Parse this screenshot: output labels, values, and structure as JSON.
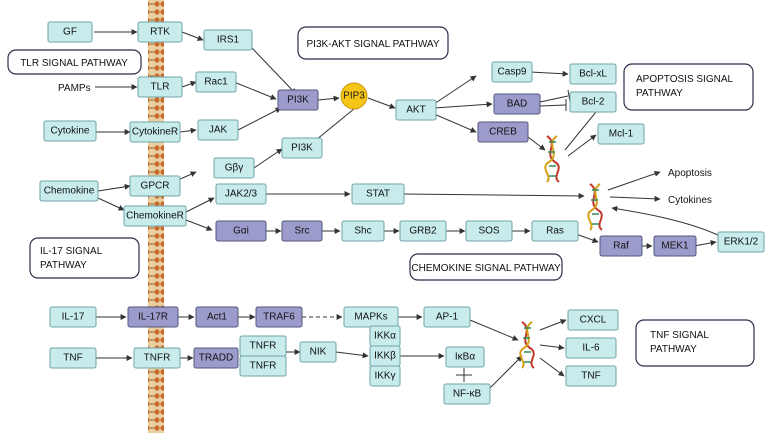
{
  "titles": {
    "pi3k_akt": "PI3K-AKT SIGNAL PATHWAY",
    "tlr": "TLR SIGNAL PATHWAY",
    "apoptosis_line1": "APOPTOSIS SIGNAL",
    "apoptosis_line2": "PATHWAY",
    "il17_line1": "IL-17 SIGNAL",
    "il17_line2": "PATHWAY",
    "chemokine": "CHEMOKINE SIGNAL PATHWAY",
    "tnf_line1": "TNF SIGNAL",
    "tnf_line2": "PATHWAY"
  },
  "nodes": {
    "gf": "GF",
    "rtk": "RTK",
    "irs1": "IRS1",
    "pamps": "PAMPs",
    "tlr": "TLR",
    "rac1": "Rac1",
    "pi3k_top": "PI3K",
    "pip3": "PIP3",
    "akt": "AKT",
    "casp9": "Casp9",
    "bad": "BAD",
    "creb": "CREB",
    "bclxl": "Bcl-xL",
    "bcl2": "Bcl-2",
    "mcl1": "Mcl-1",
    "cytokine": "Cytokine",
    "cytokiner": "CytokineR",
    "jak": "JAK",
    "pi3k_mid": "PI3K",
    "gby": "Gβγ",
    "gpcr": "GPCR",
    "chemokine": "Chemokine",
    "chemokiner": "ChemokineR",
    "jak23": "JAK2/3",
    "stat": "STAT",
    "apoptosis": "Apoptosis",
    "cytokines": "Cytokines",
    "gai": "Gαi",
    "src": "Src",
    "shc": "Shc",
    "grb2": "GRB2",
    "sos": "SOS",
    "ras": "Ras",
    "raf": "Raf",
    "mek1": "MEK1",
    "erk12": "ERK1/2",
    "il17": "IL-17",
    "il17r": "IL-17R",
    "act1": "Act1",
    "traf6": "TRAF6",
    "mapks": "MAPKs",
    "ap1": "AP-1",
    "cxcl": "CXCL",
    "il6": "IL-6",
    "tnf_out": "TNF",
    "tnf": "TNF",
    "tnfr": "TNFR",
    "tradd": "TRADD",
    "tnfr_a": "TNFR",
    "tnfr_b": "TNFR",
    "nik": "NIK",
    "ikka": "IKKα",
    "ikkb": "IKKβ",
    "ikky": "IKKγ",
    "ikba": "IκBα",
    "nfkb": "NF-κB"
  },
  "colors": {
    "light_node": "#c8ebeb",
    "dark_node": "#9c9ccc",
    "pip3": "#f5c518",
    "membrane": "#d2691e"
  }
}
